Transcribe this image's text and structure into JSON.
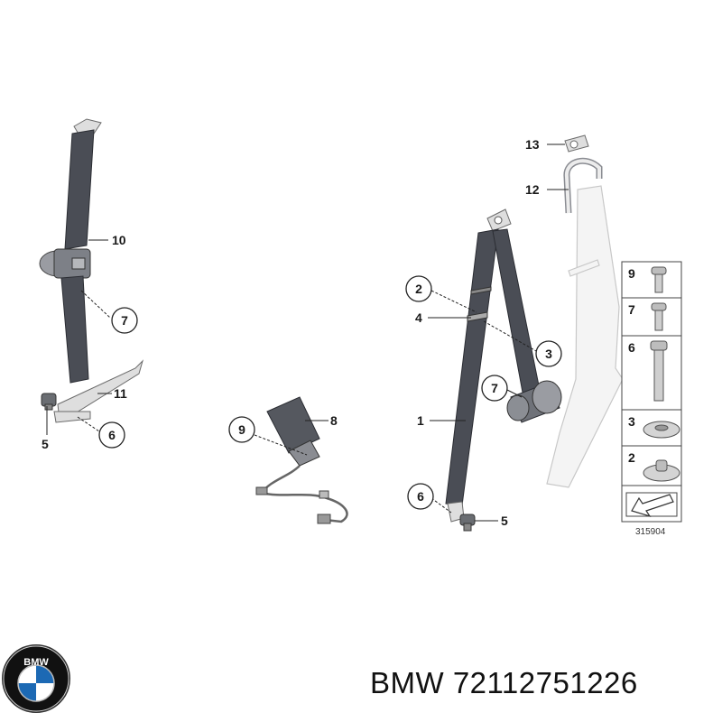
{
  "callouts": {
    "left_10": "10",
    "left_7": "7",
    "left_11": "11",
    "left_5": "5",
    "left_6": "6",
    "mid_9": "9",
    "mid_8": "8",
    "right_13": "13",
    "right_12": "12",
    "right_2": "2",
    "right_4": "4",
    "right_3": "3",
    "right_7": "7",
    "right_1": "1",
    "right_6": "6",
    "right_5": "5"
  },
  "parts_table": {
    "rows": [
      "9",
      "7",
      "6",
      "3",
      "2"
    ]
  },
  "diagram_ref": "315904",
  "caption": "BMW 72112751226",
  "brand": {
    "name": "BMW",
    "colors": {
      "blue": "#1c69b4",
      "black": "#111111",
      "white": "#ffffff"
    }
  }
}
